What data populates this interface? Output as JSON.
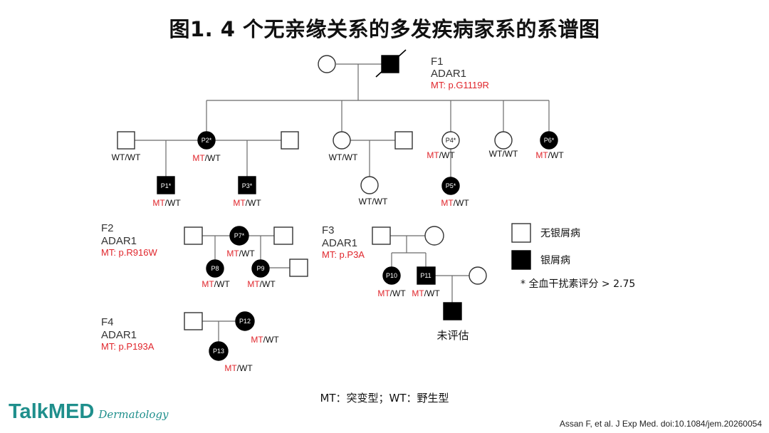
{
  "title": "图1. 4 个无亲缘关系的多发疾病家系的系谱图",
  "families": {
    "f1": {
      "id": "F1",
      "gene": "ADAR1",
      "mutation": "MT: p.G1119R"
    },
    "f2": {
      "id": "F2",
      "gene": "ADAR1",
      "mutation": "MT: p.R916W"
    },
    "f3": {
      "id": "F3",
      "gene": "ADAR1",
      "mutation": "MT: p.P3A"
    },
    "f4": {
      "id": "F4",
      "gene": "ADAR1",
      "mutation": "MT: p.P193A"
    }
  },
  "genotype": {
    "mt": "MT",
    "wt": "WT",
    "sep": "/"
  },
  "patients": {
    "p1": "P1*",
    "p2": "P2*",
    "p3": "P3*",
    "p4": "P4*",
    "p5": "P5*",
    "p6": "P6*",
    "p7": "P7*",
    "p8": "P8",
    "p9": "P9",
    "p10": "P10",
    "p11": "P11",
    "p12": "P12",
    "p13": "P13"
  },
  "not_evaluated": "未评估",
  "legend": {
    "unaffected": "无银屑病",
    "affected": "银屑病",
    "note": "* 全血干扰素评分 > 2.75"
  },
  "footnote": "MT：突变型；WT：野生型",
  "logo": {
    "brand": "TalkMED",
    "sub": "Dermatology"
  },
  "citation": "Assan F, et al. J Exp Med. doi:10.1084/jem.20260054",
  "colors": {
    "mutation_red": "#e0252b",
    "logo_teal": "#1f8f8c"
  }
}
